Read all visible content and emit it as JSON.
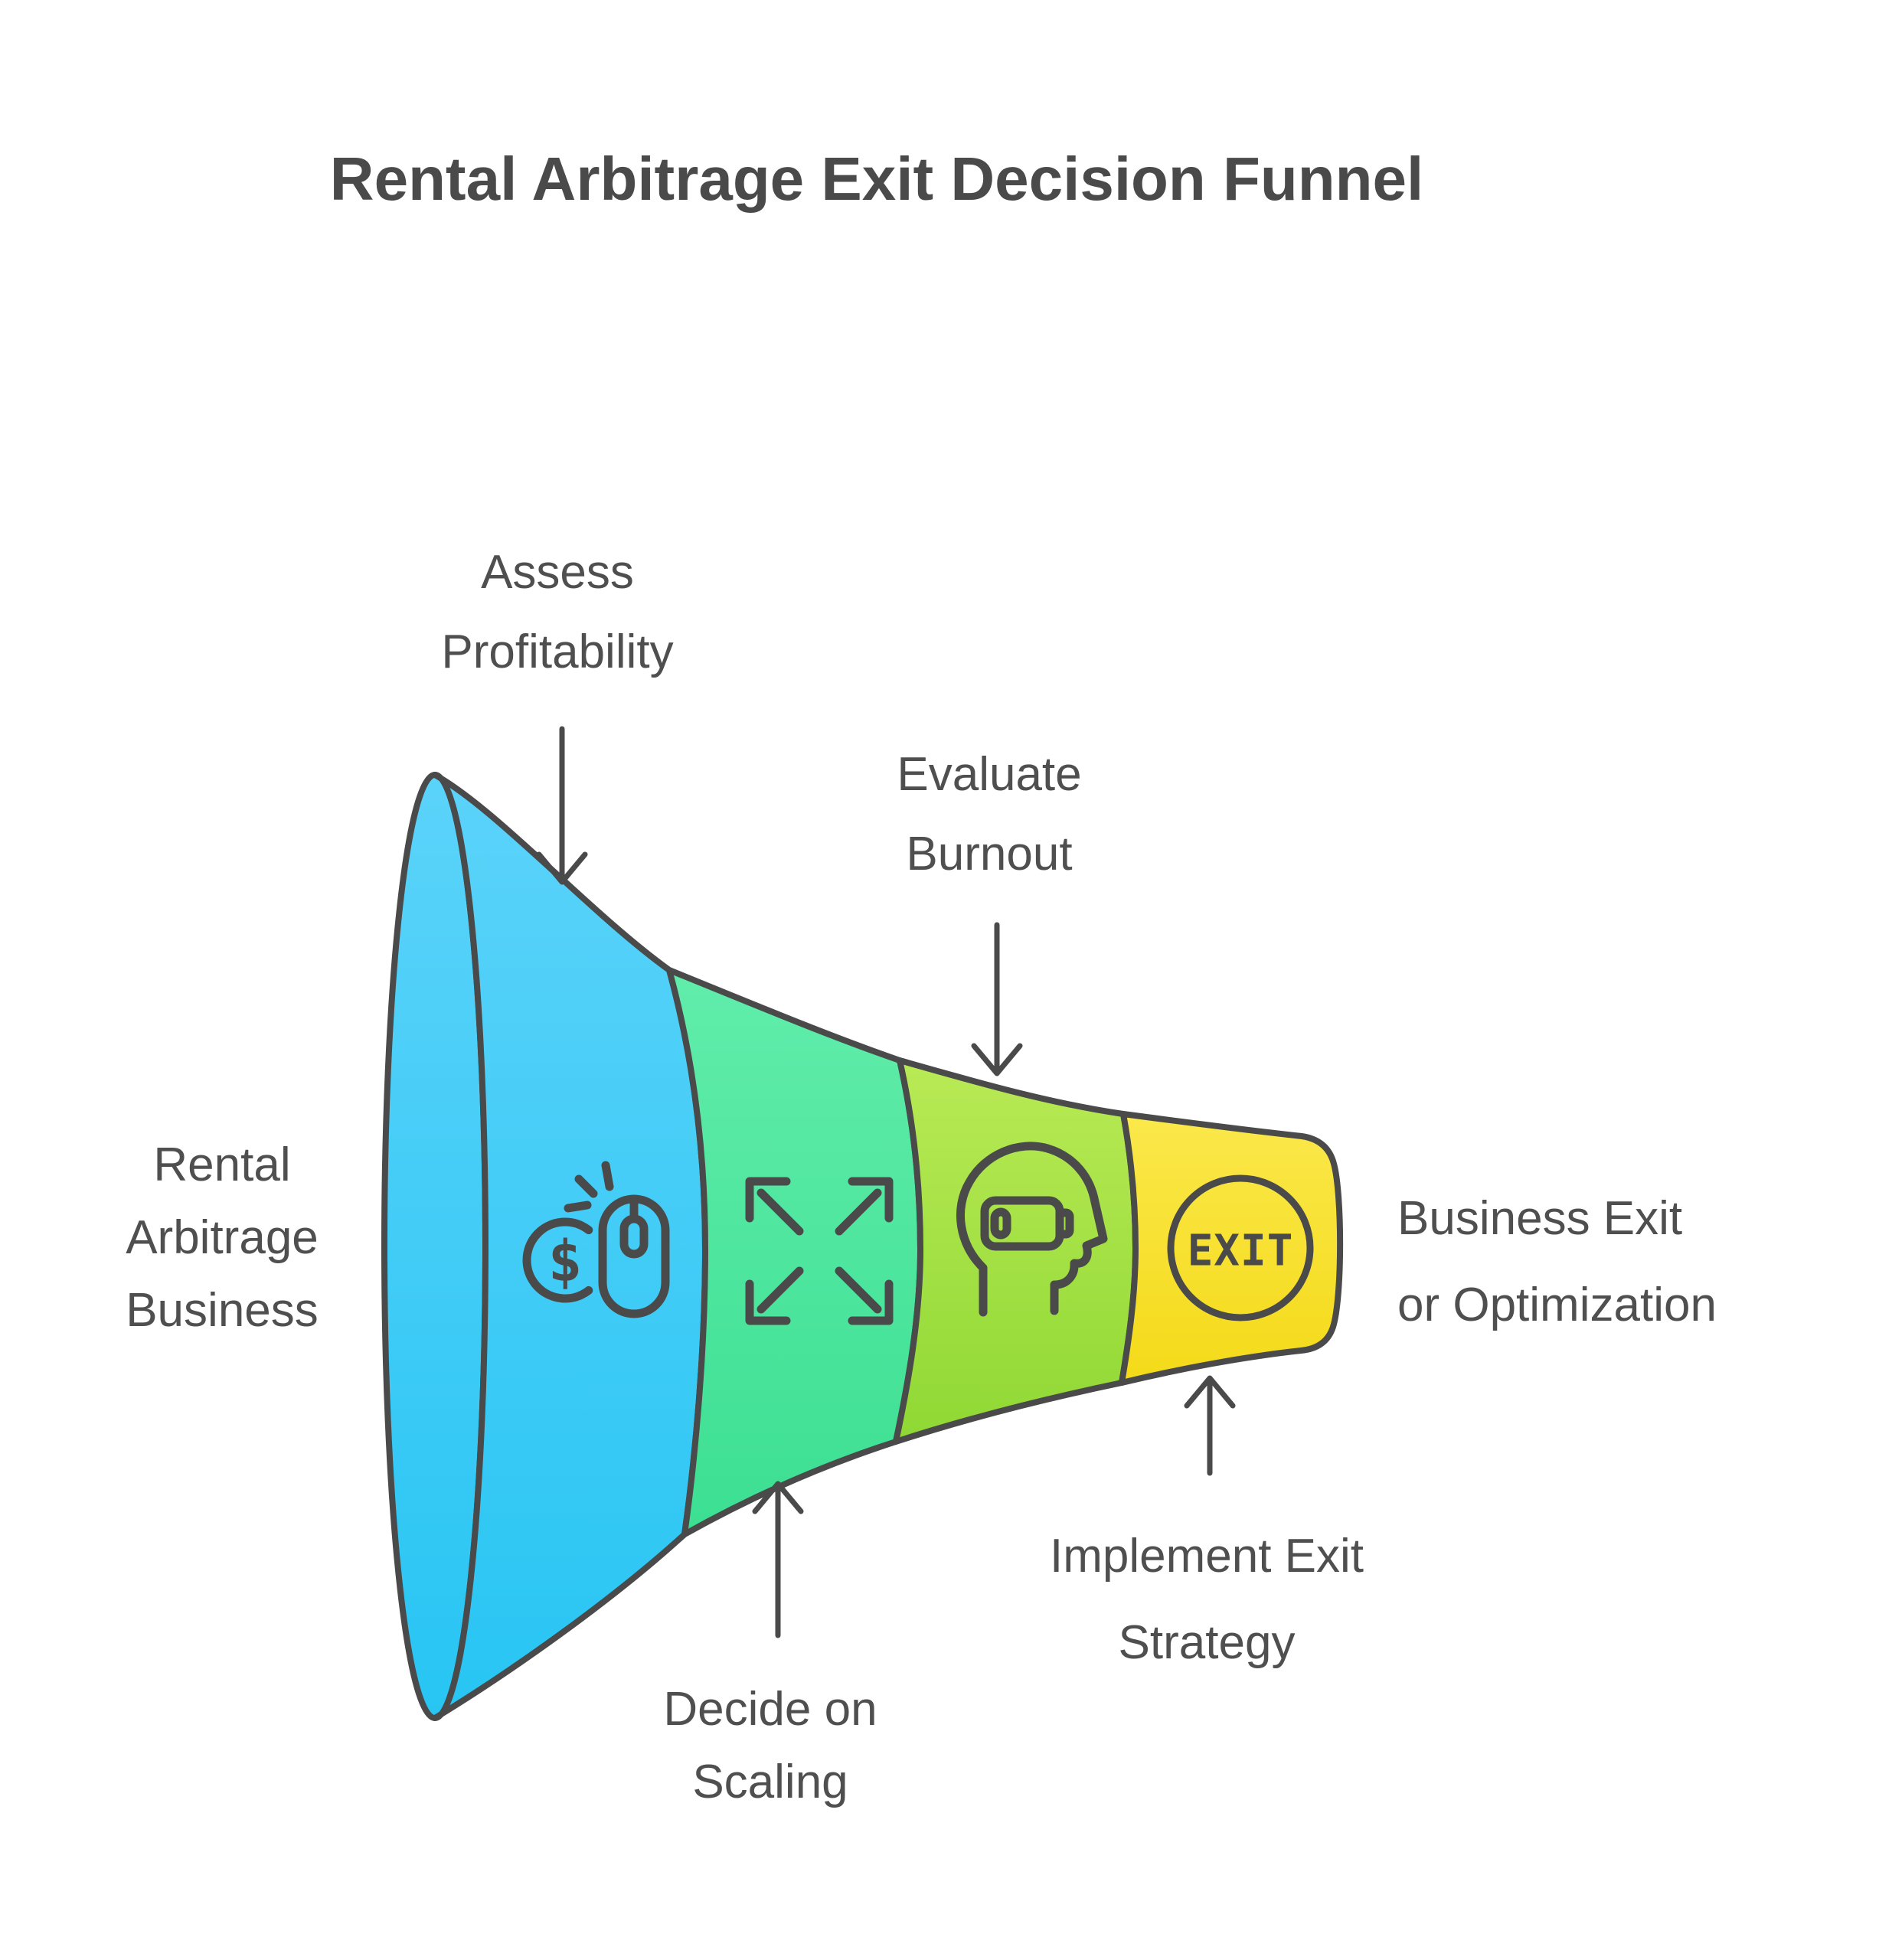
{
  "title": "Rental Arbitrage Exit Decision Funnel",
  "theme": {
    "background": "#ffffff",
    "stroke_color": "#4a4a4a",
    "text_color": "#4f4f4f",
    "title_color": "#4a4a4a"
  },
  "endpoints": {
    "input": {
      "name": "Rental Arbitrage Business",
      "lines": [
        "Rental",
        "Arbitrage",
        "Business"
      ]
    },
    "output": {
      "name": "Business Exit or Optimization",
      "lines": [
        "Business Exit",
        "or Optimization"
      ]
    }
  },
  "stages": [
    {
      "name": "Assess Profitability",
      "label_lines": [
        "Assess",
        "Profitability"
      ],
      "icon": "dollar-click-icon",
      "icon_text": "$",
      "annotation": "top",
      "colors": {
        "top": "#5bd3fa",
        "bottom": "#28c5f3"
      }
    },
    {
      "name": "Decide on Scaling",
      "label_lines": [
        "Decide on",
        "Scaling"
      ],
      "icon": "expand-arrows-icon",
      "annotation": "bottom",
      "colors": {
        "top": "#61edab",
        "bottom": "#3cdf92"
      }
    },
    {
      "name": "Evaluate Burnout",
      "label_lines": [
        "Evaluate",
        "Burnout"
      ],
      "icon": "burnout-head-icon",
      "annotation": "top",
      "colors": {
        "top": "#b9ea55",
        "bottom": "#8fd834"
      }
    },
    {
      "name": "Implement Exit Strategy",
      "label_lines": [
        "Implement Exit",
        "Strategy"
      ],
      "icon": "exit-sign-icon",
      "icon_text": "EXIT",
      "annotation": "bottom",
      "colors": {
        "top": "#fbe84b",
        "bottom": "#f4da18"
      }
    }
  ]
}
